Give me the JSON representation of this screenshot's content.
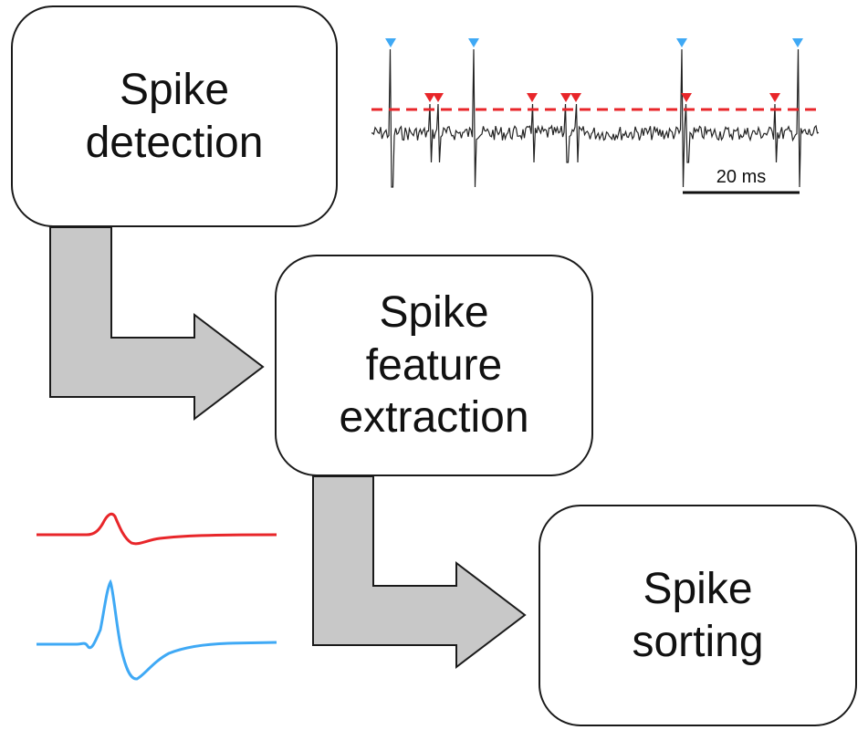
{
  "boxes": {
    "detection": [
      "Spike",
      "detection"
    ],
    "feature": [
      "Spike",
      "feature",
      "extraction"
    ],
    "sorting": [
      "Spike",
      "sorting"
    ]
  },
  "trace": {
    "scale_bar_label": "20 ms",
    "large_spike_marker_color": "#3fa9f5",
    "small_spike_marker_color": "#e8262a",
    "threshold_color": "#e8262a",
    "trace_color": "#222222"
  },
  "waveforms": {
    "unit_red_color": "#e8262a",
    "unit_blue_color": "#3fa9f5"
  },
  "arrow_color": "#c8c8c8"
}
